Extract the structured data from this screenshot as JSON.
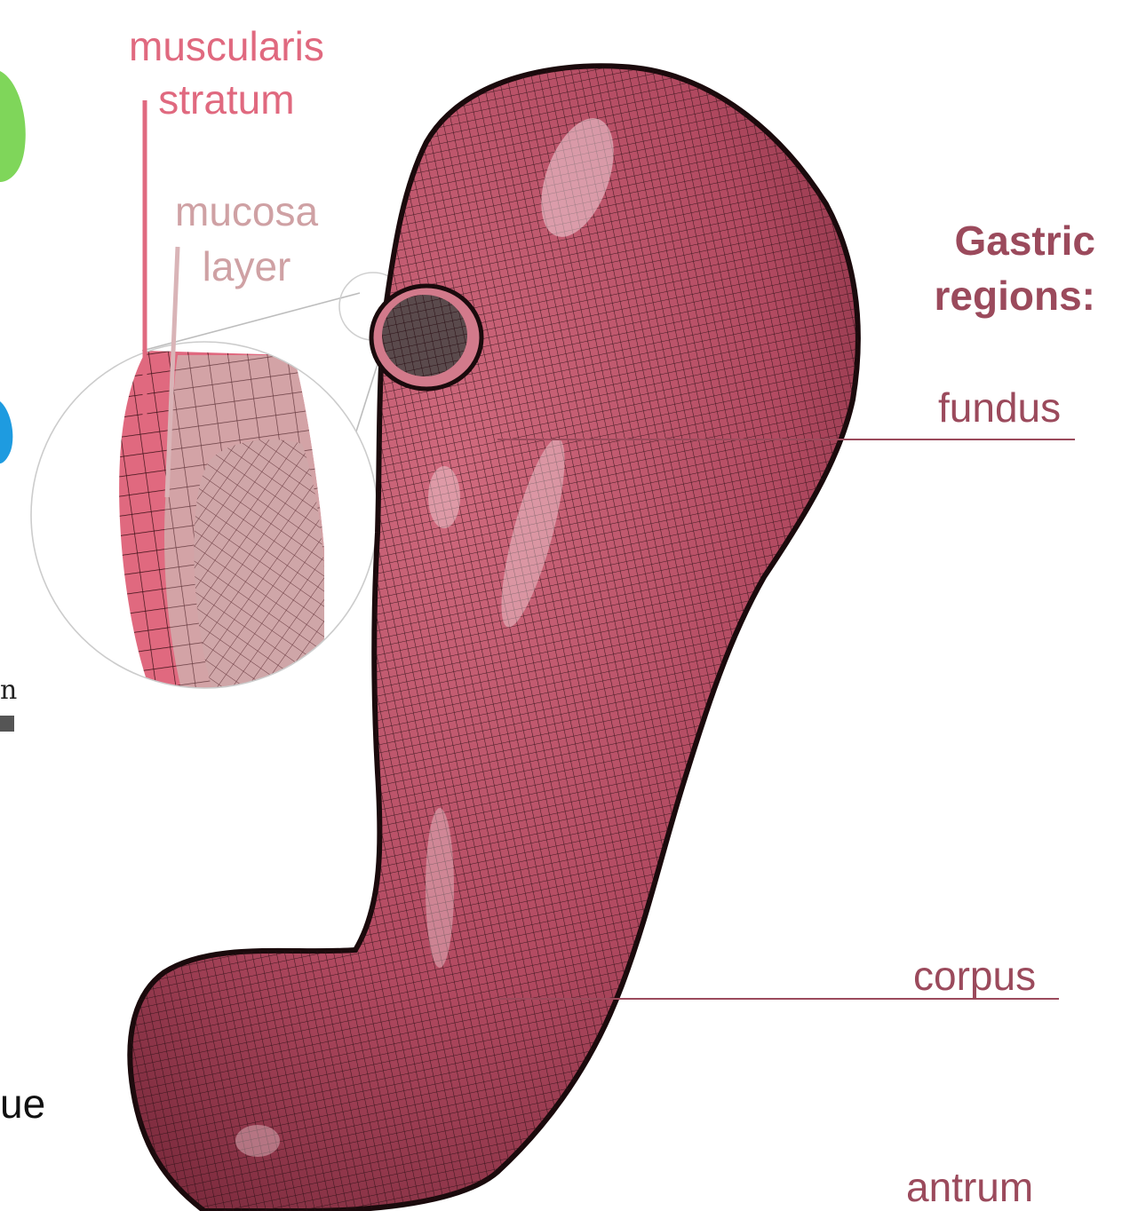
{
  "layers": {
    "muscularis_line1": "muscularis",
    "muscularis_line2": "stratum",
    "mucosa_line1": "mucosa",
    "mucosa_line2": "layer"
  },
  "regions": {
    "heading_line1": "Gastric",
    "heading_line2": "regions:",
    "fundus": "fundus",
    "corpus": "corpus",
    "antrum": "antrum"
  },
  "cropped_text": {
    "left_fragment": "ue",
    "small_fragment": "n"
  },
  "colors": {
    "muscularis": "#e0697f",
    "mucosa": "#cfa1a4",
    "region_labels": "#9b4a5c",
    "mesh_fill": "#b8485f",
    "mesh_lines": "#2a1015",
    "green_organ": "#7fd65a",
    "blue_organ": "#1e9be0"
  }
}
